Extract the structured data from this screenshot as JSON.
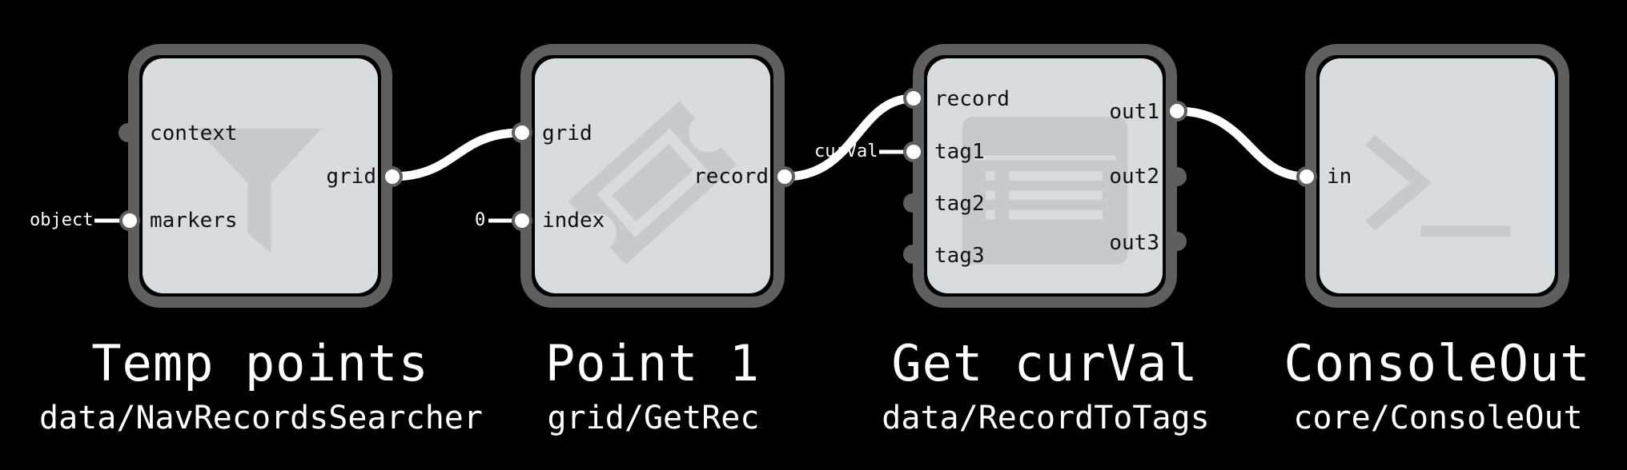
{
  "nodes": [
    {
      "title": "Temp points",
      "type": "data/NavRecordsSearcher",
      "icon": "funnel-icon",
      "inputs": [
        "context",
        "markers"
      ],
      "outputs": [
        "grid"
      ]
    },
    {
      "title": "Point 1",
      "type": "grid/GetRec",
      "icon": "ticket-icon",
      "inputs": [
        "grid",
        "index"
      ],
      "outputs": [
        "record"
      ]
    },
    {
      "title": "Get curVal",
      "type": "data/RecordToTags",
      "icon": "list-card-icon",
      "inputs": [
        "record",
        "tag1",
        "tag2",
        "tag3"
      ],
      "outputs": [
        "out1",
        "out2",
        "out3"
      ]
    },
    {
      "title": "ConsoleOut",
      "type": "core/ConsoleOut",
      "icon": "terminal-icon",
      "inputs": [
        "in"
      ],
      "outputs": []
    }
  ],
  "constants": {
    "markers_value": "object",
    "index_value": "0",
    "tag1_value": "curVal"
  },
  "colors": {
    "background": "#000000",
    "node_border": "#5f5f5f",
    "node_face": "#d7dddf",
    "icon": "#c4cacd",
    "wire": "#ffffff",
    "text": "#ffffff"
  }
}
